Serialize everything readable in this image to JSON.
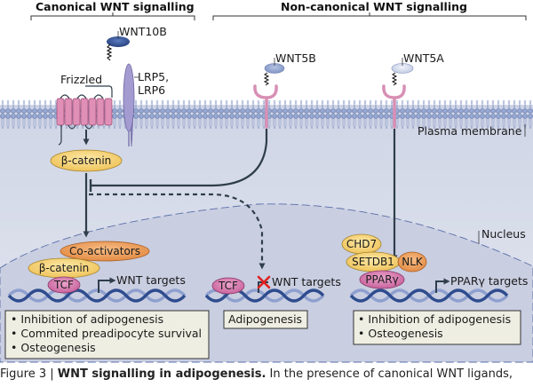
{
  "headers": {
    "canonical": "Canonical WNT signalling",
    "non_canonical": "Non-canonical WNT signalling"
  },
  "ligands": {
    "wnt10b": "WNT10B",
    "wnt5b": "WNT5B",
    "wnt5a": "WNT5A"
  },
  "receptors": {
    "frizzled": "Frizzled",
    "lrp_line1": "LRP5,",
    "lrp_line2": "LRP6"
  },
  "compartments": {
    "plasma_membrane": "Plasma membrane",
    "nucleus": "Nucleus"
  },
  "molecules": {
    "beta_catenin_cyto": "β-catenin",
    "co_activators": "Co-activators",
    "beta_catenin_nuc": "β-catenin",
    "tcf_canonical": "TCF",
    "tcf_noncanonical": "TCF",
    "chd7": "CHD7",
    "setdb1": "SETDB1",
    "nlk": "NLK",
    "ppar_gamma": "PPARγ"
  },
  "targets": {
    "wnt_targets_active": "WNT targets",
    "wnt_targets_blocked": "WNT targets",
    "ppar_targets": "PPARγ targets"
  },
  "outcomes": {
    "canonical": [
      "Inhibition of adipogenesis",
      "Commited preadipocyte survival",
      "Osteogenesis"
    ],
    "wnt5b": [
      "Adipogenesis"
    ],
    "wnt5a": [
      "Inhibition of adipogenesis",
      "Osteogenesis"
    ]
  },
  "caption": {
    "prefix": "Figure 3 | ",
    "title": "WNT signalling in adipogenesis.",
    "text": " In the presence of canonical WNT ligands,"
  },
  "colors": {
    "cytoplasm": "#d8dcea",
    "nucleus": "#c8cde0",
    "membrane_head": "#8fa3cf",
    "receptor_pink": "#e7a7c7",
    "beta_catenin": "#f7d57c",
    "co_activator": "#eea362",
    "tcf": "#d57fb1",
    "dna": "#3c5a9a",
    "arrow": "#2f3e4a",
    "inhibit_x": "#e02020"
  }
}
